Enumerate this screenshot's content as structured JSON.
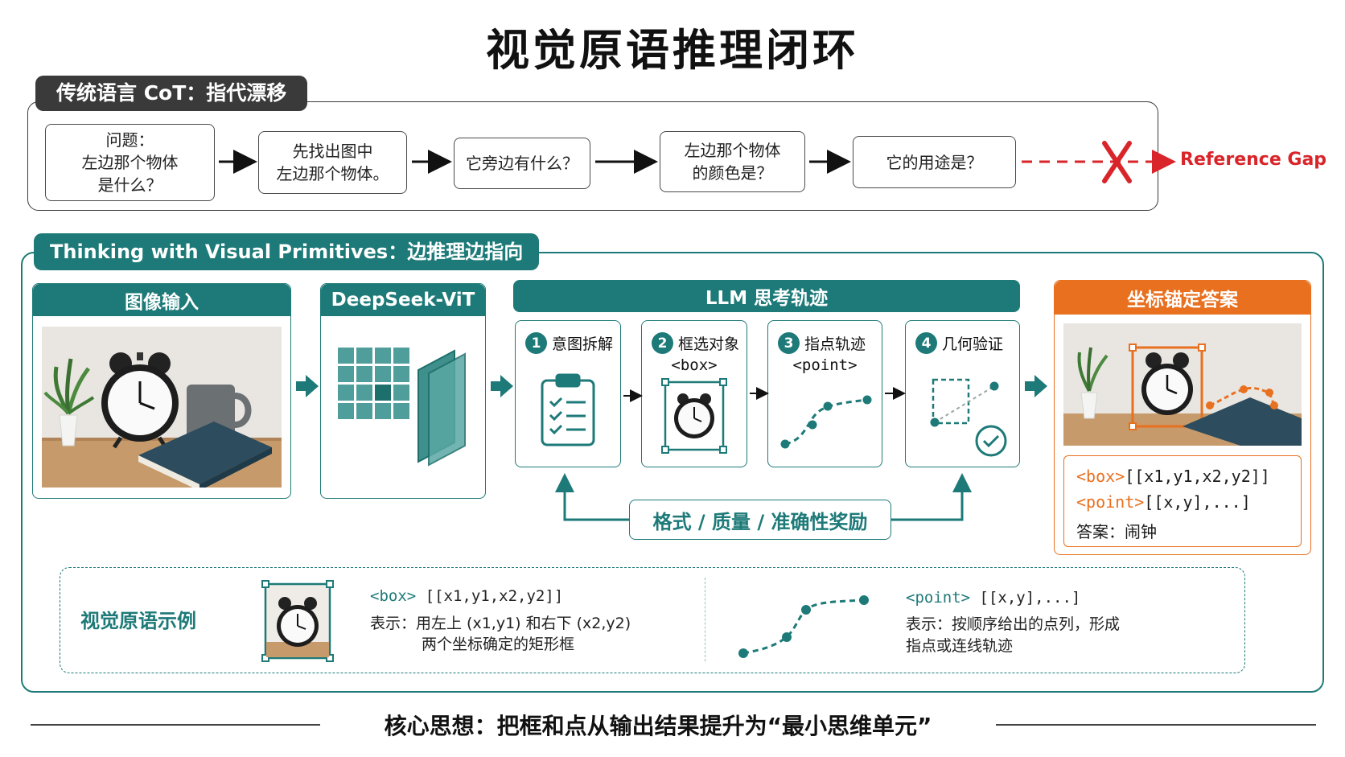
{
  "title": "视觉原语推理闭环",
  "cot": {
    "tab": "传统语言 CoT：指代漂移",
    "steps": [
      "问题：\n左边那个物体\n是什么？",
      "先找出图中\n左边那个物体。",
      "它旁边有什么？",
      "左边那个物体\n的颜色是？",
      "它的用途是？"
    ],
    "gap_label": "Reference Gap"
  },
  "tvp": {
    "tab": "Thinking with Visual Primitives：边推理边指向",
    "input_head": "图像输入",
    "vit_head": "DeepSeek-ViT",
    "llm_head": "LLM 思考轨迹",
    "steps": [
      {
        "num": "1",
        "label": "意图拆解",
        "sub": ""
      },
      {
        "num": "2",
        "label": "框选对象",
        "sub": "<box>"
      },
      {
        "num": "3",
        "label": "指点轨迹",
        "sub": "<point>"
      },
      {
        "num": "4",
        "label": "几何验证",
        "sub": ""
      }
    ],
    "reward": "格式 / 质量 / 准确性奖励",
    "answer_head": "坐标锚定答案",
    "answer_box_tag": "<box>",
    "answer_box_val": "[[x1,y1,x2,y2]]",
    "answer_point_tag": "<point>",
    "answer_point_val": "[[x,y],...]",
    "answer_final": "答案：闹钟"
  },
  "primitives": {
    "title": "视觉原语示例",
    "box_tag": "<box>",
    "box_val": " [[x1,y1,x2,y2]]",
    "box_desc_1": "表示：用左上 (x1,y1) 和右下 (x2,y2)",
    "box_desc_2": "两个坐标确定的矩形框",
    "point_tag": "<point>",
    "point_val": " [[x,y],...]",
    "point_desc_1": "表示：按顺序给出的点列，形成",
    "point_desc_2": "指点或连线轨迹"
  },
  "core": "核心思想：把框和点从输出结果提升为“最小思维单元”",
  "colors": {
    "teal": "#1d7a78",
    "orange": "#e8701f",
    "red": "#d9252a",
    "dark": "#3a3a3a"
  }
}
